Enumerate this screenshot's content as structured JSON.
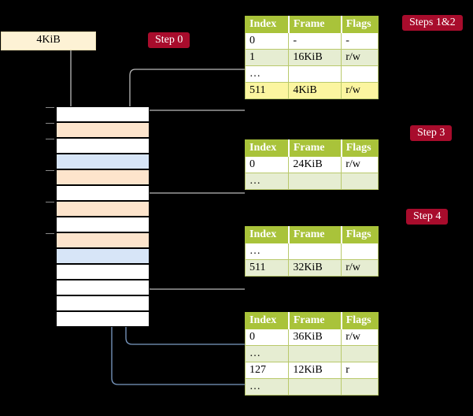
{
  "title": "Multi-level page table walk diagram",
  "labels": {
    "source_box": "4KiB",
    "step0": "Step 0",
    "steps12": "Steps 1&2",
    "step3": "Step 3",
    "step4": "Step 4"
  },
  "colors": {
    "badge_bg": "#a80c2c",
    "badge_text": "#ffffff",
    "table_header_bg": "#a9c33a",
    "table_alt_row_bg": "#e6edd2",
    "highlight_bg": "#fbf59e",
    "source_box_bg": "#fdf2d5",
    "mem_orange": "#fde4cc",
    "mem_blue": "#d7e5f7",
    "background": "#000000"
  },
  "table_columns": [
    "Index",
    "Frame",
    "Flags"
  ],
  "tables": [
    {
      "name": "level0-table",
      "rows": [
        {
          "index": "0",
          "frame": "-",
          "flags": "-",
          "shade": "plain",
          "highlight": false
        },
        {
          "index": "1",
          "frame": "16KiB",
          "flags": "r/w",
          "shade": "alt",
          "highlight": false
        },
        {
          "index": "…",
          "frame": "",
          "flags": "",
          "shade": "plain",
          "highlight": false
        },
        {
          "index": "511",
          "frame": "4KiB",
          "flags": "r/w",
          "shade": "alt",
          "highlight": true
        }
      ]
    },
    {
      "name": "level1-table",
      "rows": [
        {
          "index": "0",
          "frame": "24KiB",
          "flags": "r/w",
          "shade": "plain",
          "highlight": false
        },
        {
          "index": "…",
          "frame": "",
          "flags": "",
          "shade": "alt",
          "highlight": false
        }
      ]
    },
    {
      "name": "level2-table",
      "rows": [
        {
          "index": "…",
          "frame": "",
          "flags": "",
          "shade": "plain",
          "highlight": false
        },
        {
          "index": "511",
          "frame": "32KiB",
          "flags": "r/w",
          "shade": "alt",
          "highlight": false
        }
      ]
    },
    {
      "name": "level3-table",
      "rows": [
        {
          "index": "0",
          "frame": "36KiB",
          "flags": "r/w",
          "shade": "plain",
          "highlight": false
        },
        {
          "index": "…",
          "frame": "",
          "flags": "",
          "shade": "alt",
          "highlight": false
        },
        {
          "index": "127",
          "frame": "12KiB",
          "flags": "r",
          "shade": "plain",
          "highlight": false
        },
        {
          "index": "…",
          "frame": "",
          "flags": "",
          "shade": "alt",
          "highlight": false
        }
      ]
    }
  ],
  "memory_blocks": [
    {
      "i": 0,
      "fill": "white",
      "tick": true
    },
    {
      "i": 1,
      "fill": "orange",
      "tick": true
    },
    {
      "i": 2,
      "fill": "white",
      "tick": true
    },
    {
      "i": 3,
      "fill": "blue",
      "tick": false
    },
    {
      "i": 4,
      "fill": "orange",
      "tick": true
    },
    {
      "i": 5,
      "fill": "white",
      "tick": false
    },
    {
      "i": 6,
      "fill": "orange",
      "tick": true
    },
    {
      "i": 7,
      "fill": "white",
      "tick": false
    },
    {
      "i": 8,
      "fill": "orange",
      "tick": true
    },
    {
      "i": 9,
      "fill": "blue",
      "tick": false
    },
    {
      "i": 10,
      "fill": "white",
      "tick": false
    },
    {
      "i": 11,
      "fill": "white",
      "tick": false
    },
    {
      "i": 12,
      "fill": "white",
      "tick": false
    },
    {
      "i": 13,
      "fill": "white",
      "tick": false
    }
  ]
}
